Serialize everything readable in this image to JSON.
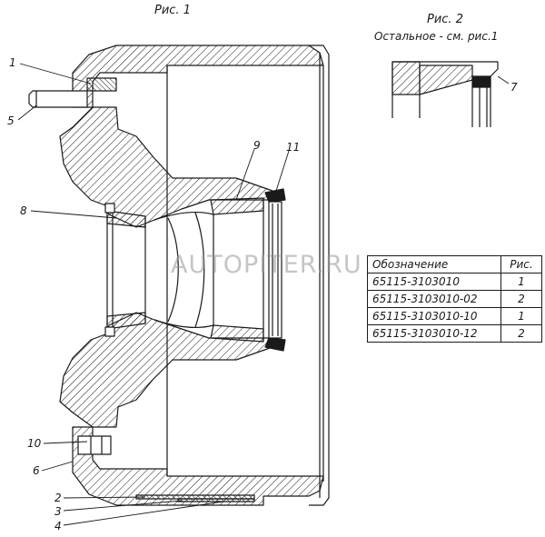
{
  "figures": {
    "fig1_title": "Рис. 1",
    "fig2_title": "Рис. 2",
    "fig2_note": "Остальное - см. рис.1"
  },
  "callouts": {
    "c1": "1",
    "c2": "2",
    "c3": "3",
    "c4": "4",
    "c5": "5",
    "c6": "6",
    "c7": "7",
    "c8": "8",
    "c9": "9",
    "c10": "10",
    "c11": "11"
  },
  "watermark": "AUTOPITER.RU",
  "table": {
    "headers": {
      "designation": "Обозначение",
      "picture": "Рис."
    },
    "rows": [
      {
        "designation": "65115-3103010",
        "picture": "1"
      },
      {
        "designation": "65115-3103010-02",
        "picture": "2"
      },
      {
        "designation": "65115-3103010-10",
        "picture": "1"
      },
      {
        "designation": "65115-3103010-12",
        "picture": "2"
      }
    ]
  },
  "colors": {
    "line": "#1a1a1a",
    "hatch": "#1a1a1a",
    "watermark": "#969696"
  }
}
